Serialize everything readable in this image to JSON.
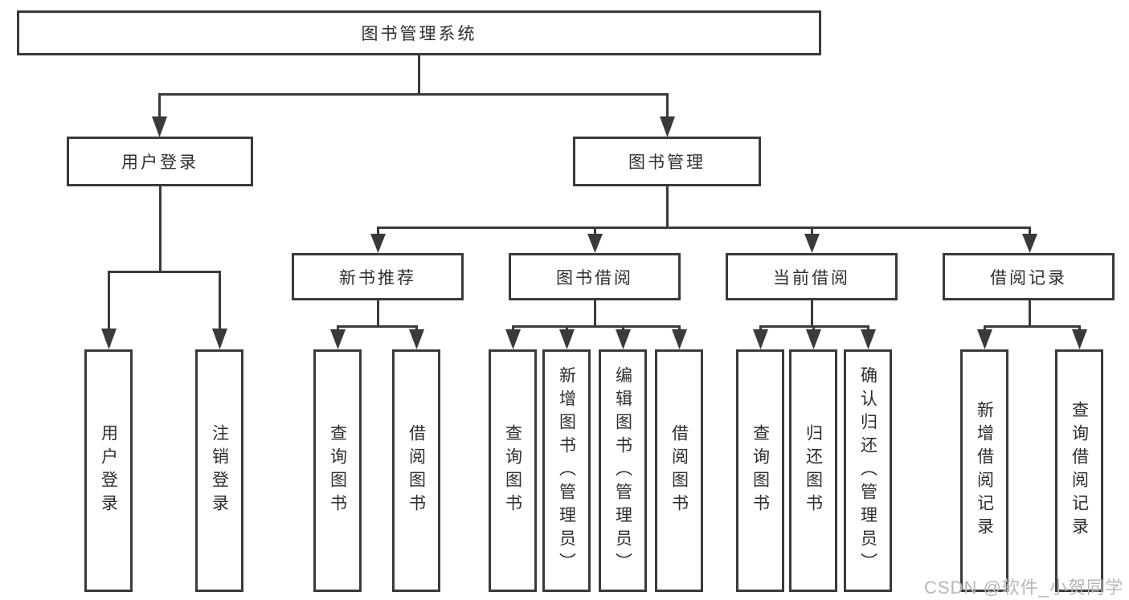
{
  "tree": {
    "root": {
      "label": "图书管理系统"
    },
    "branches": [
      {
        "label": "用户登录",
        "children": [
          {
            "label": "用户登录"
          },
          {
            "label": "注销登录"
          }
        ]
      },
      {
        "label": "图书管理",
        "groups": [
          {
            "label": "新书推荐",
            "children": [
              {
                "label": "查询图书"
              },
              {
                "label": "借阅图书"
              }
            ]
          },
          {
            "label": "图书借阅",
            "children": [
              {
                "label": "查询图书"
              },
              {
                "label": "新增图书（管理员）"
              },
              {
                "label": "编辑图书（管理员）"
              },
              {
                "label": "借阅图书"
              }
            ]
          },
          {
            "label": "当前借阅",
            "children": [
              {
                "label": "查询图书"
              },
              {
                "label": "归还图书"
              },
              {
                "label": "确认归还（管理员）"
              }
            ]
          },
          {
            "label": "借阅记录",
            "children": [
              {
                "label": "新增借阅记录"
              },
              {
                "label": "查询借阅记录"
              }
            ]
          }
        ]
      }
    ]
  },
  "watermark": {
    "text": "CSDN @软件_小贺同学"
  },
  "colors": {
    "line": "#3a3a3a",
    "text": "#2e2e2e",
    "box_fill": "#ffffff",
    "watermark": "#b6b6b6"
  }
}
